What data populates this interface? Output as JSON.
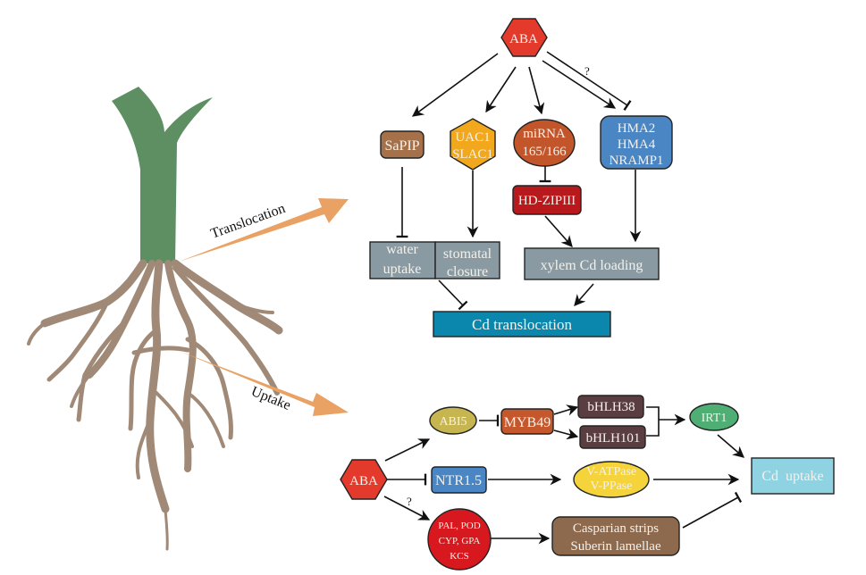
{
  "plant": {
    "translocation_label": "Translocation",
    "uptake_label": "Uptake",
    "colors": {
      "shoot": "#5e8f62",
      "root": "#a08a77",
      "arrow": "#e9a263"
    }
  },
  "translocation_pathway": {
    "aba": {
      "label": "ABA",
      "color": "#e43a2c"
    },
    "question_mark": "?",
    "sapip": {
      "label": "SaPIP",
      "color": "#a5714a"
    },
    "uac1": {
      "line1": "UAC1",
      "line2": "SLAC1",
      "color": "#f2a81c"
    },
    "mirna": {
      "line1": "miRNA",
      "line2": "165/166",
      "color": "#c2562a"
    },
    "hma": {
      "line1": "HMA2",
      "line2": "HMA4",
      "line3": "NRAMP1",
      "color": "#4a86c3"
    },
    "hdzip": {
      "label": "HD-ZIPIII",
      "color": "#b8191d"
    },
    "water": {
      "line1": "water",
      "line2": "uptake",
      "color": "#8a9aa3"
    },
    "stomatal": {
      "line1": "stomatal",
      "line2": "closure",
      "color": "#8a9aa3"
    },
    "xylem": {
      "label": "xylem Cd loading",
      "color": "#8a9aa3"
    },
    "cd_translocation": {
      "label": "Cd translocation",
      "color": "#0b86ad"
    }
  },
  "uptake_pathway": {
    "aba": {
      "label": "ABA",
      "color": "#e43a2c"
    },
    "question_mark": "?",
    "abi5": {
      "label": "ABI5",
      "color": "#c7b550"
    },
    "myb49": {
      "label": "MYB49",
      "color": "#c4572b"
    },
    "bhlh38": {
      "label": "bHLH38",
      "color": "#5a3d40"
    },
    "bhlh101": {
      "label": "bHLH101",
      "color": "#5a3d40"
    },
    "irt1": {
      "label": "IRT1",
      "color": "#4fae73"
    },
    "ntr": {
      "label": "NTR1.5",
      "color": "#4a86c3"
    },
    "vatpase": {
      "line1": "V-ATPase",
      "line2": "V-PPase",
      "color": "#f5d33a"
    },
    "pal": {
      "line1": "PAL, POD",
      "line2": "CYP, GPA",
      "line3": "KCS",
      "color": "#d7191f"
    },
    "casparian": {
      "line1": "Casparian strips",
      "line2": "Suberin lamellae",
      "color": "#8d6a4d"
    },
    "cd_uptake": {
      "label": "Cd  uptake",
      "color": "#8fd3e3"
    }
  }
}
